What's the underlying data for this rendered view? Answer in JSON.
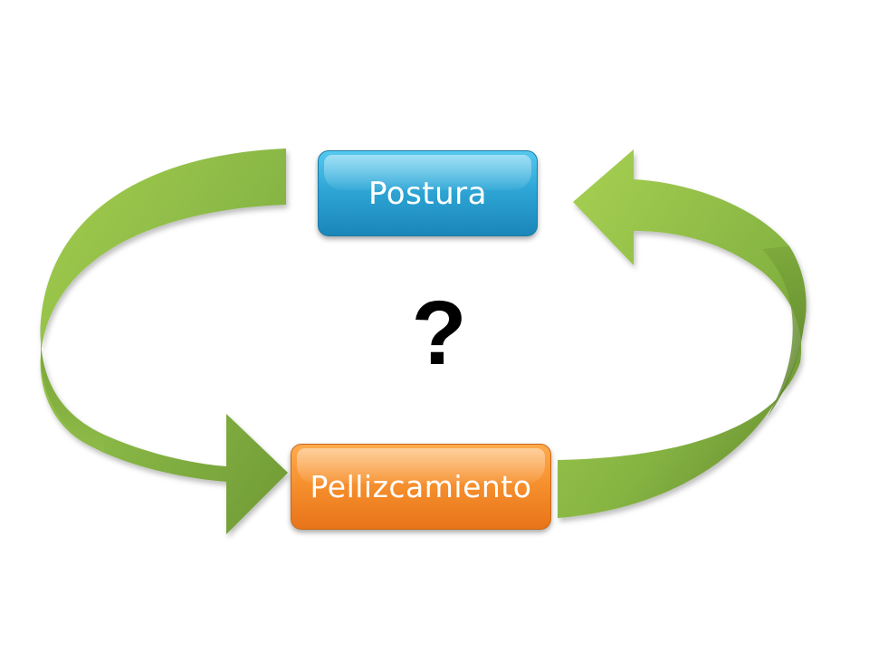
{
  "nodes": {
    "top": {
      "label": "Postura",
      "color": "#2ea6d6"
    },
    "bottom": {
      "label": "Pellizcamiento",
      "color": "#f58e2c"
    }
  },
  "center": {
    "text": "?"
  },
  "arrows": {
    "left": {
      "from": "Postura",
      "to": "Pellizcamiento",
      "color": "#7ea83a"
    },
    "right": {
      "from": "Pellizcamiento",
      "to": "Postura",
      "color": "#7ea83a"
    }
  }
}
